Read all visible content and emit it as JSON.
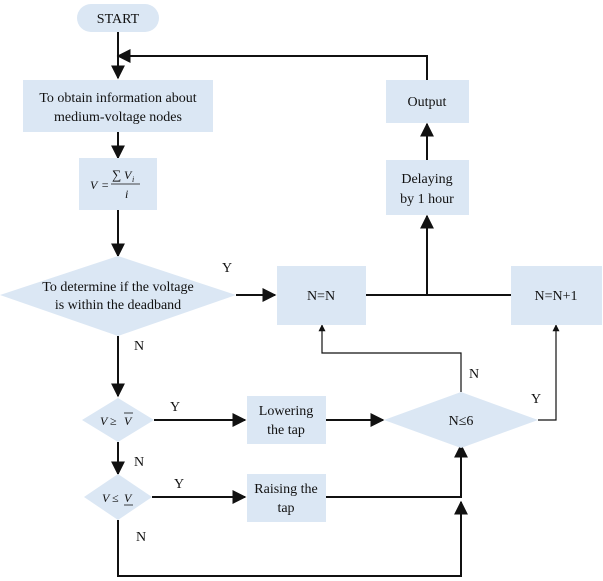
{
  "nodes": {
    "start": "START",
    "obtain_line1": "To obtain information about",
    "obtain_line2": "medium-voltage nodes",
    "avg_v": "V",
    "avg_eq": "=",
    "avg_sum": "∑",
    "avg_vi": "V",
    "avg_vi_sub": "i",
    "avg_den": "i",
    "determine_line1": "To determine if the voltage",
    "determine_line2": "is within the deadband",
    "check_ge_lhs": "V",
    "check_ge_op": "≥",
    "check_ge_rhs": "V",
    "check_le_lhs": "V",
    "check_le_op": "≤",
    "check_le_rhs": "V",
    "lower_line1": "Lowering",
    "lower_line2": "the tap",
    "raise_line1": "Raising the",
    "raise_line2": "tap",
    "n_eq_n": "N=N",
    "n_eq_n1": "N=N+1",
    "n_le_6": "N≤6",
    "delay_line1": "Delaying",
    "delay_line2": "by 1 hour",
    "output": "Output"
  },
  "labels": {
    "yes": "Y",
    "no": "N"
  }
}
